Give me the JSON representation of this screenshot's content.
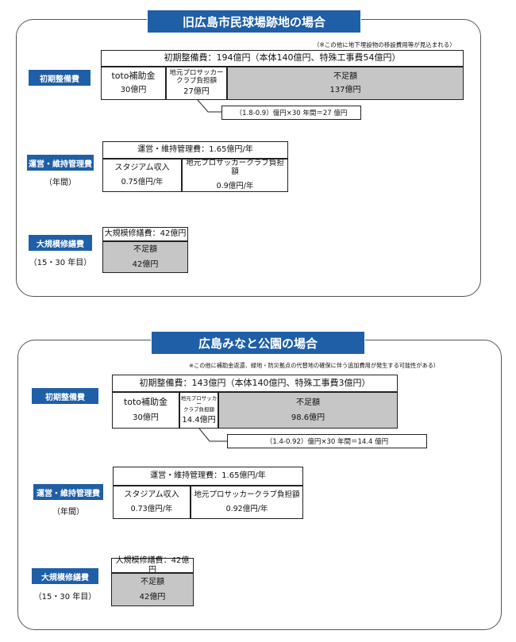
{
  "section1": {
    "title": "旧広島市民球場跡地の場合",
    "note": "（※この他に地下埋設物の移設費用等が見込まれる）",
    "initial": {
      "label": "初期整備費",
      "total": "初期整備費：194億円（本体140億円、特殊工事費54億円）",
      "toto_label": "toto補助金",
      "toto_value": "30億円",
      "club_label_1": "地元プロサッカー",
      "club_label_2": "クラブ負担額",
      "club_value": "27億円",
      "shortfall_label": "不足額",
      "shortfall_value": "137億円",
      "formula": "（1.8-0.9）億円×30 年間＝27 億円"
    },
    "operation": {
      "label": "運営・維持管理費",
      "sublabel": "（年間）",
      "total": "運営・維持管理費：1.65億円/年",
      "stadium_label": "スタジアム収入",
      "stadium_value": "0.75億円/年",
      "club_label": "地元プロサッカークラブ負担額",
      "club_value": "0.9億円/年"
    },
    "repair": {
      "label": "大規模修繕費",
      "sublabel": "（15・30 年目）",
      "total": "大規模修繕費：42億円",
      "shortfall_label": "不足額",
      "shortfall_value": "42億円"
    }
  },
  "section2": {
    "title": "広島みなと公園の場合",
    "note": "※この他に補助金返還、緑地・防災拠点の代替地の確保に伴う追加費用が発生する可能性がある）",
    "initial": {
      "label": "初期整備費",
      "total": "初期整備費：143億円（本体140億円、特殊工事費3億円）",
      "toto_label": "toto補助金",
      "toto_value": "30億円",
      "club_label_1": "地元プロサッカー",
      "club_label_2": "クラブ負担額",
      "club_value": "14.4億円",
      "shortfall_label": "不足額",
      "shortfall_value": "98.6億円",
      "formula": "（1.4-0.92）億円×30 年間＝14.4 億円"
    },
    "operation": {
      "label": "運営・維持管理費",
      "sublabel": "（年間）",
      "total": "運営・維持管理費：1.65億円/年",
      "stadium_label": "スタジアム収入",
      "stadium_value": "0.73億円/年",
      "club_label": "地元プロサッカークラブ負担額",
      "club_value": "0.92億円/年"
    },
    "repair": {
      "label": "大規模修繕費",
      "sublabel": "（15・30 年目）",
      "total": "大規模修繕費：42億円",
      "shortfall_label": "不足額",
      "shortfall_value": "42億円"
    }
  }
}
